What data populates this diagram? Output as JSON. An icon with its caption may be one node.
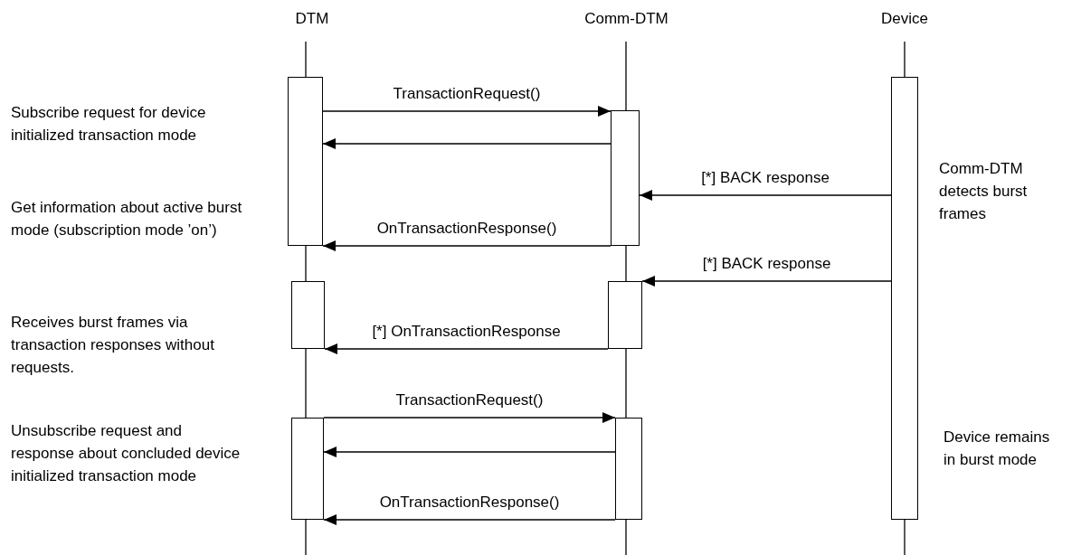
{
  "diagram": {
    "nodes": [
      {
        "text": [],
        "shape": "bar"
      },
      {
        "text": [],
        "shape": "bar"
      },
      {
        "text": [],
        "shape": "bar"
      },
      {
        "text": [],
        "shape": "bar"
      },
      {
        "text": [],
        "shape": "bar"
      },
      {
        "text": [],
        "shape": "bar"
      },
      {
        "text": [],
        "shape": "bar"
      }
    ],
    "edges": [
      {
        "from": 0,
        "to": 1,
        "arrow": "to",
        "label": "TransactionRequest()"
      },
      {
        "from": 1,
        "to": 0,
        "arrow": "to"
      },
      {
        "from": 2,
        "to": 1,
        "arrow": "to",
        "label": "[*] BACK response"
      },
      {
        "from": 1,
        "to": 0,
        "arrow": "to",
        "label": "OnTransactionResponse()"
      },
      {
        "from": 2,
        "to": 4,
        "arrow": "to",
        "label": "[*] BACK response"
      },
      {
        "from": 4,
        "to": 3,
        "arrow": "to",
        "label": "[*] OnTransactionResponse"
      },
      {
        "from": 5,
        "to": 6,
        "arrow": "to",
        "label": "TransactionRequest()"
      },
      {
        "from": 6,
        "to": 5,
        "arrow": "to"
      },
      {
        "from": 6,
        "to": 5,
        "arrow": "to",
        "label": "OnTransactionResponse()"
      }
    ],
    "labels": [
      "DTM",
      "Comm-DTM",
      "Device",
      "Subscribe request for device initialized transaction mode",
      "Comm-DTM detects burst frames",
      "Get information about active burst mode (subscription mode ’on’)",
      "Receives burst frames via transaction responses without requests.",
      "Unsubscribe request and response about concluded device initialized transaction mode",
      "Device remains in burst mode"
    ]
  }
}
